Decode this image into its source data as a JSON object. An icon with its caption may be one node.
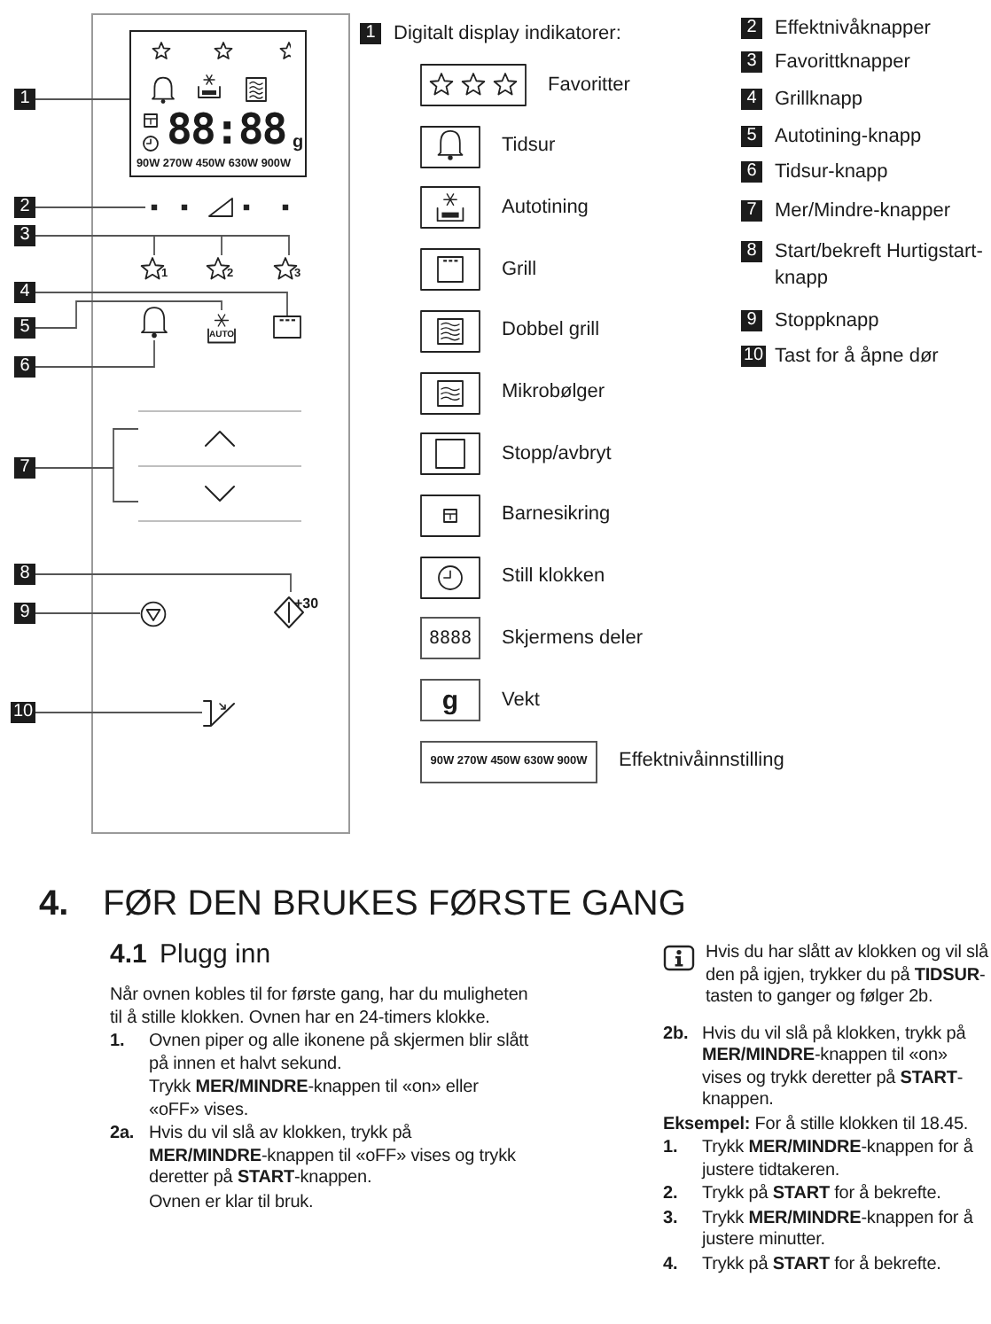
{
  "diagram": {
    "nodes": [
      {
        "text": [
          "1"
        ]
      },
      {
        "text": [
          "88:88",
          "g",
          "90W 270W 450W 630W 900W"
        ]
      },
      {
        "text": [
          "2"
        ]
      },
      {
        "text": [],
        "shape": "bar"
      },
      {
        "text": [
          "3"
        ]
      },
      {
        "text": [
          "1"
        ]
      },
      {
        "text": [
          "2"
        ]
      },
      {
        "text": [
          "3"
        ]
      },
      {
        "text": [
          "4"
        ]
      },
      {
        "text": [],
        "shape": "box"
      },
      {
        "text": [
          "5"
        ]
      },
      {
        "text": [
          "AUTO"
        ]
      },
      {
        "text": [
          "6"
        ]
      },
      {
        "text": [],
        "shape": "bell"
      },
      {
        "text": [
          "7"
        ]
      },
      {
        "text": [],
        "shape": "chevron"
      },
      {
        "text": [],
        "shape": "chevron"
      },
      {
        "text": [
          "8"
        ]
      },
      {
        "text": [
          "+30"
        ]
      },
      {
        "text": [
          "9"
        ]
      },
      {
        "text": [],
        "shape": "circle"
      },
      {
        "text": [
          "10"
        ]
      },
      {
        "text": [],
        "shape": "door"
      },
      {
        "text": [
          "1"
        ],
        "beside": [
          "Digitalt display indikatorer:"
        ]
      },
      {
        "text": [
          "2"
        ],
        "beside": [
          "Effektnivåknapper"
        ]
      },
      {
        "text": [
          "3"
        ],
        "beside": [
          "Favorittknapper"
        ]
      },
      {
        "text": [
          "4"
        ],
        "beside": [
          "Grillknapp"
        ]
      },
      {
        "text": [
          "5"
        ],
        "beside": [
          "Autotining-knapp"
        ]
      },
      {
        "text": [
          "6"
        ],
        "beside": [
          "Tidsur-knapp"
        ]
      },
      {
        "text": [
          "7"
        ],
        "beside": [
          "Mer/Mindre-knapper"
        ]
      },
      {
        "text": [
          "8"
        ],
        "beside": [
          "Start/bekreft Hurtigstart-knapp"
        ]
      },
      {
        "text": [
          "9"
        ],
        "beside": [
          "Stoppknapp"
        ]
      },
      {
        "text": [
          "10"
        ],
        "beside": [
          "Tast for å åpne dør"
        ]
      }
    ],
    "edges": [
      {
        "from": 0,
        "to": 1,
        "arrow": "none"
      },
      {
        "from": 2,
        "to": 3,
        "arrow": "none"
      },
      {
        "from": 4,
        "to": 5,
        "arrow": "none"
      },
      {
        "from": 4,
        "to": 6,
        "arrow": "none"
      },
      {
        "from": 4,
        "to": 7,
        "arrow": "none"
      },
      {
        "from": 8,
        "to": 9,
        "arrow": "none"
      },
      {
        "from": 10,
        "to": 11,
        "arrow": "none"
      },
      {
        "from": 12,
        "to": 13,
        "arrow": "none"
      },
      {
        "from": 14,
        "to": 15,
        "arrow": "none"
      },
      {
        "from": 14,
        "to": 16,
        "arrow": "none"
      },
      {
        "from": 17,
        "to": 18,
        "arrow": "none"
      },
      {
        "from": 19,
        "to": 20,
        "arrow": "none"
      },
      {
        "from": 21,
        "to": 22,
        "arrow": "none"
      }
    ],
    "labels": [
      "Favoritter",
      "Tidsur",
      "Autotining",
      "Grill",
      "Dobbel grill",
      "Mikrobølger",
      "Stopp/avbryt",
      "Barnesikring",
      "Still klokken",
      "8888",
      "Skjermens deler",
      "g",
      "Vekt",
      "90W 270W 450W 630W 900W",
      "Effektnivåinnstilling",
      "4.",
      "FØR DEN BRUKES FØRSTE GANG",
      "4.1",
      "Plugg inn",
      "Når ovnen kobles til for første gang, har du muligheten til å stille klokken. Ovnen har en 24-timers klokke.",
      "1.",
      "Ovnen piper og alle ikonene på skjermen blir slått på innen et halvt sekund.",
      "Trykk **MER/MINDRE**-knappen til «on» eller «oFF» vises.",
      "2a.",
      "Hvis du vil slå av klokken, trykk på **MER/MINDRE**-knappen til «oFF» vises og trykk deretter på **START**-knappen.",
      "Ovnen er klar til bruk.",
      "Hvis du har slått av klokken og vil slå den på igjen, trykker du på **TIDSUR**-tasten to ganger og følger 2b.",
      "2b.",
      "Hvis du vil slå på klokken, trykk på **MER/MINDRE**-knappen til «on» vises og trykk deretter på **START**-knappen.",
      "**Eksempel:** For å stille klokken til 18.45.",
      "1.",
      "Trykk **MER/MINDRE**-knappen for å justere tidtakeren.",
      "2.",
      "Trykk på **START** for å bekrefte.",
      "3.",
      "Trykk **MER/MINDRE**-knappen for å justere minutter.",
      "4.",
      "Trykk på **START** for å bekrefte."
    ]
  }
}
